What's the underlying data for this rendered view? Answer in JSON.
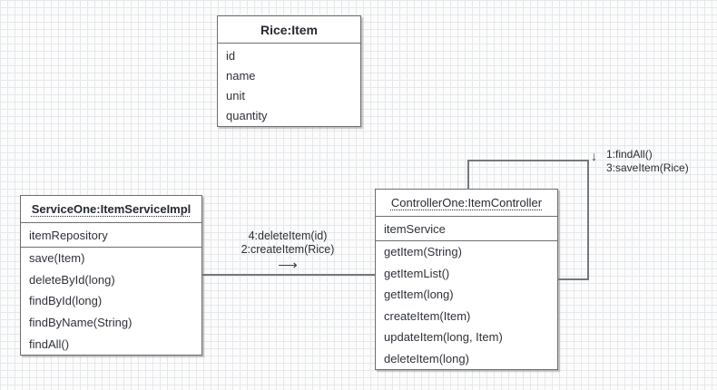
{
  "classes": {
    "rice": {
      "title": "Rice:Item",
      "attributes": [
        "id",
        "name",
        "unit",
        "quantity"
      ]
    },
    "service": {
      "title": "ServiceOne:ItemServiceImpl",
      "attributes": [
        "itemRepository"
      ],
      "methods": [
        "save(Item)",
        "deleteById(long)",
        "findById(long)",
        "findByName(String)",
        "findAll()"
      ]
    },
    "controller": {
      "title": "ControllerOne:ItemController",
      "attributes": [
        "itemService"
      ],
      "methods": [
        "getItem(String)",
        "getItemList()",
        "getItem(long)",
        "createItem(Item)",
        "updateItem(long, Item)",
        "deleteItem(long)"
      ]
    }
  },
  "messages": {
    "between": {
      "line1": "4:deleteItem(id)",
      "line2": "2:createItem(Rice)",
      "arrow": "⟶"
    },
    "loop": {
      "arrow": "↓",
      "line1": "1:findAll()",
      "line2": "3:saveItem(Rice)"
    }
  },
  "colors": {
    "box_border": "#6e6e6e",
    "connector": "#75797d",
    "text": "#2e3238",
    "grid": "#e5e8ea",
    "background": "#fcfcfd"
  }
}
